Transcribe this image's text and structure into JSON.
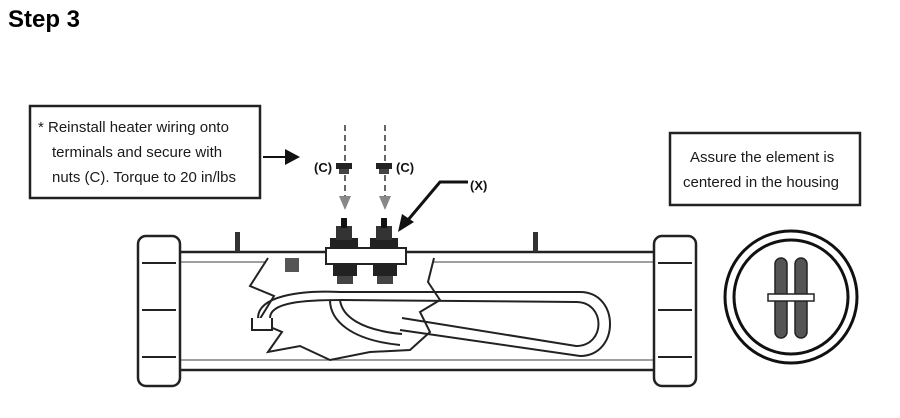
{
  "header": {
    "title": "Step 3"
  },
  "callouts": {
    "wiring_note": {
      "lines": [
        "* Reinstall heater wiring onto",
        "terminals and secure with",
        "nuts (C).  Torque to 20 in/lbs"
      ]
    },
    "center_note": {
      "lines": [
        "Assure the element is",
        "centered in the housing"
      ]
    }
  },
  "labels": {
    "nut_left": "(C)",
    "nut_right": "(C)",
    "terminal": "(X)"
  },
  "icons": {
    "arrow": "arrow-right-icon",
    "nut": "nut-icon",
    "element_end_view": "element-cross-section-icon"
  }
}
